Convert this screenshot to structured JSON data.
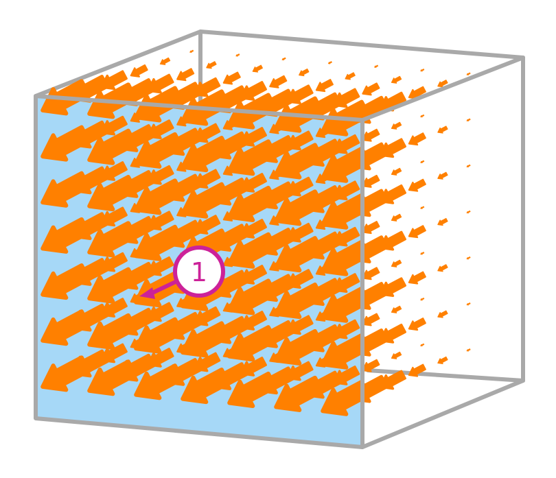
{
  "diagram": {
    "description_free": true,
    "colors": {
      "edge": "#a9a9a9",
      "front_face": "#a6d8f7",
      "arrow": "#ff8000",
      "callout": "#cc2299",
      "callout_fill": "#ffffff"
    },
    "field": {
      "direction": "down-left",
      "rows": 7,
      "columns": 7,
      "depth_layers": 6,
      "magnitude_by_layer": [
        1.0,
        0.82,
        0.62,
        0.44,
        0.28,
        0.12
      ]
    },
    "callout": {
      "label": "1",
      "target": "reference-arrow"
    }
  }
}
